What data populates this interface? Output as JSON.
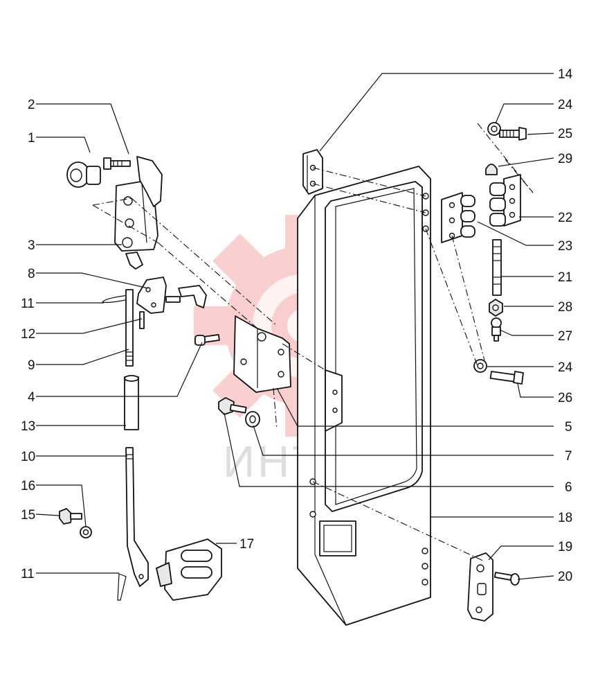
{
  "diagram": {
    "watermark_text": "ИНТЕХ",
    "callouts": [
      {
        "id": "1",
        "text": "1"
      },
      {
        "id": "2",
        "text": "2"
      },
      {
        "id": "3",
        "text": "3"
      },
      {
        "id": "8",
        "text": "8"
      },
      {
        "id": "11a",
        "text": "11"
      },
      {
        "id": "12",
        "text": "12"
      },
      {
        "id": "9",
        "text": "9"
      },
      {
        "id": "4",
        "text": "4"
      },
      {
        "id": "13",
        "text": "13"
      },
      {
        "id": "10",
        "text": "10"
      },
      {
        "id": "16",
        "text": "16"
      },
      {
        "id": "15",
        "text": "15"
      },
      {
        "id": "11b",
        "text": "11"
      },
      {
        "id": "17",
        "text": "17"
      },
      {
        "id": "14",
        "text": "14"
      },
      {
        "id": "24a",
        "text": "24"
      },
      {
        "id": "25",
        "text": "25"
      },
      {
        "id": "29",
        "text": "29"
      },
      {
        "id": "22",
        "text": "22"
      },
      {
        "id": "23",
        "text": "23"
      },
      {
        "id": "21",
        "text": "21"
      },
      {
        "id": "28",
        "text": "28"
      },
      {
        "id": "27",
        "text": "27"
      },
      {
        "id": "24b",
        "text": "24"
      },
      {
        "id": "26",
        "text": "26"
      },
      {
        "id": "5",
        "text": "5"
      },
      {
        "id": "7",
        "text": "7"
      },
      {
        "id": "6",
        "text": "6"
      },
      {
        "id": "18",
        "text": "18"
      },
      {
        "id": "19",
        "text": "19"
      },
      {
        "id": "20",
        "text": "20"
      }
    ]
  }
}
